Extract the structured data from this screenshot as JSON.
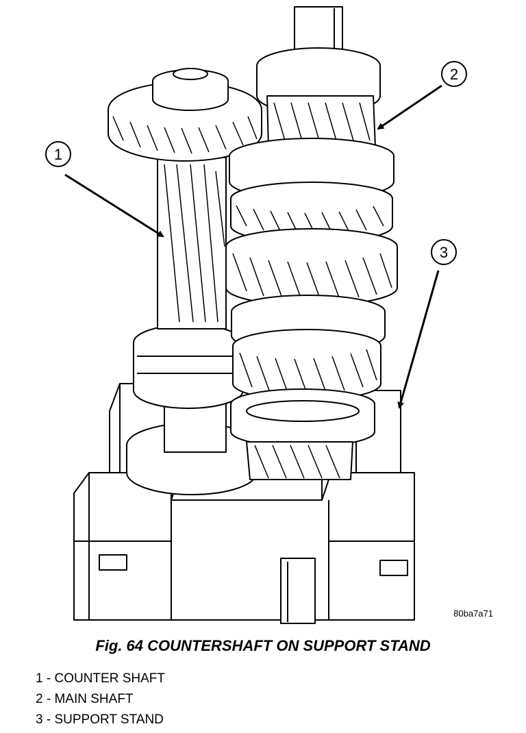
{
  "figure": {
    "image_code": "80ba7a71",
    "caption": "Fig. 64 COUNTERSHAFT ON SUPPORT STAND",
    "callouts": [
      "1",
      "2",
      "3"
    ],
    "legend": [
      {
        "num": "1",
        "text": "COUNTER SHAFT"
      },
      {
        "num": "2",
        "text": "MAIN SHAFT"
      },
      {
        "num": "3",
        "text": "SUPPORT STAND"
      }
    ]
  }
}
